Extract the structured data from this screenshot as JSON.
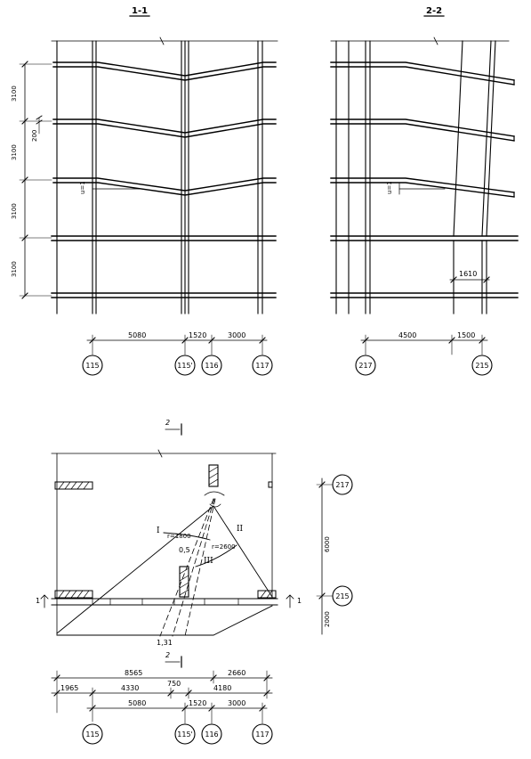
{
  "section_titles": {
    "s11": "1-1",
    "s22": "2-2"
  },
  "left_elevation": {
    "floor_heights": [
      "3100",
      "3100",
      "3100",
      "3100"
    ],
    "offset": "200",
    "u_note": "u=1",
    "dims": [
      "5080",
      "1520",
      "3000"
    ],
    "axes": [
      "115",
      "115'",
      "116",
      "117"
    ]
  },
  "right_elevation": {
    "u_note": "u=1",
    "span": "1610",
    "dims": [
      "4500",
      "1500"
    ],
    "axes": [
      "217",
      "215"
    ]
  },
  "plan": {
    "cut_mark": "2",
    "cut_side": "1",
    "sector_labels": [
      "I",
      "II",
      "III"
    ],
    "radius1": "r=1800",
    "radius2": "r=2600",
    "coef_small": "0,5",
    "coef_big": "1,31",
    "right_dims": [
      "6000",
      "2000"
    ],
    "right_axes": [
      "217",
      "215"
    ],
    "dims_top": [
      "8565",
      "2660"
    ],
    "dims_mid": [
      "1965",
      "4330",
      "750",
      "4180"
    ],
    "dims_bottom": [
      "5080",
      "1520",
      "3000"
    ],
    "bottom_axes": [
      "115",
      "115'",
      "116",
      "117"
    ]
  }
}
